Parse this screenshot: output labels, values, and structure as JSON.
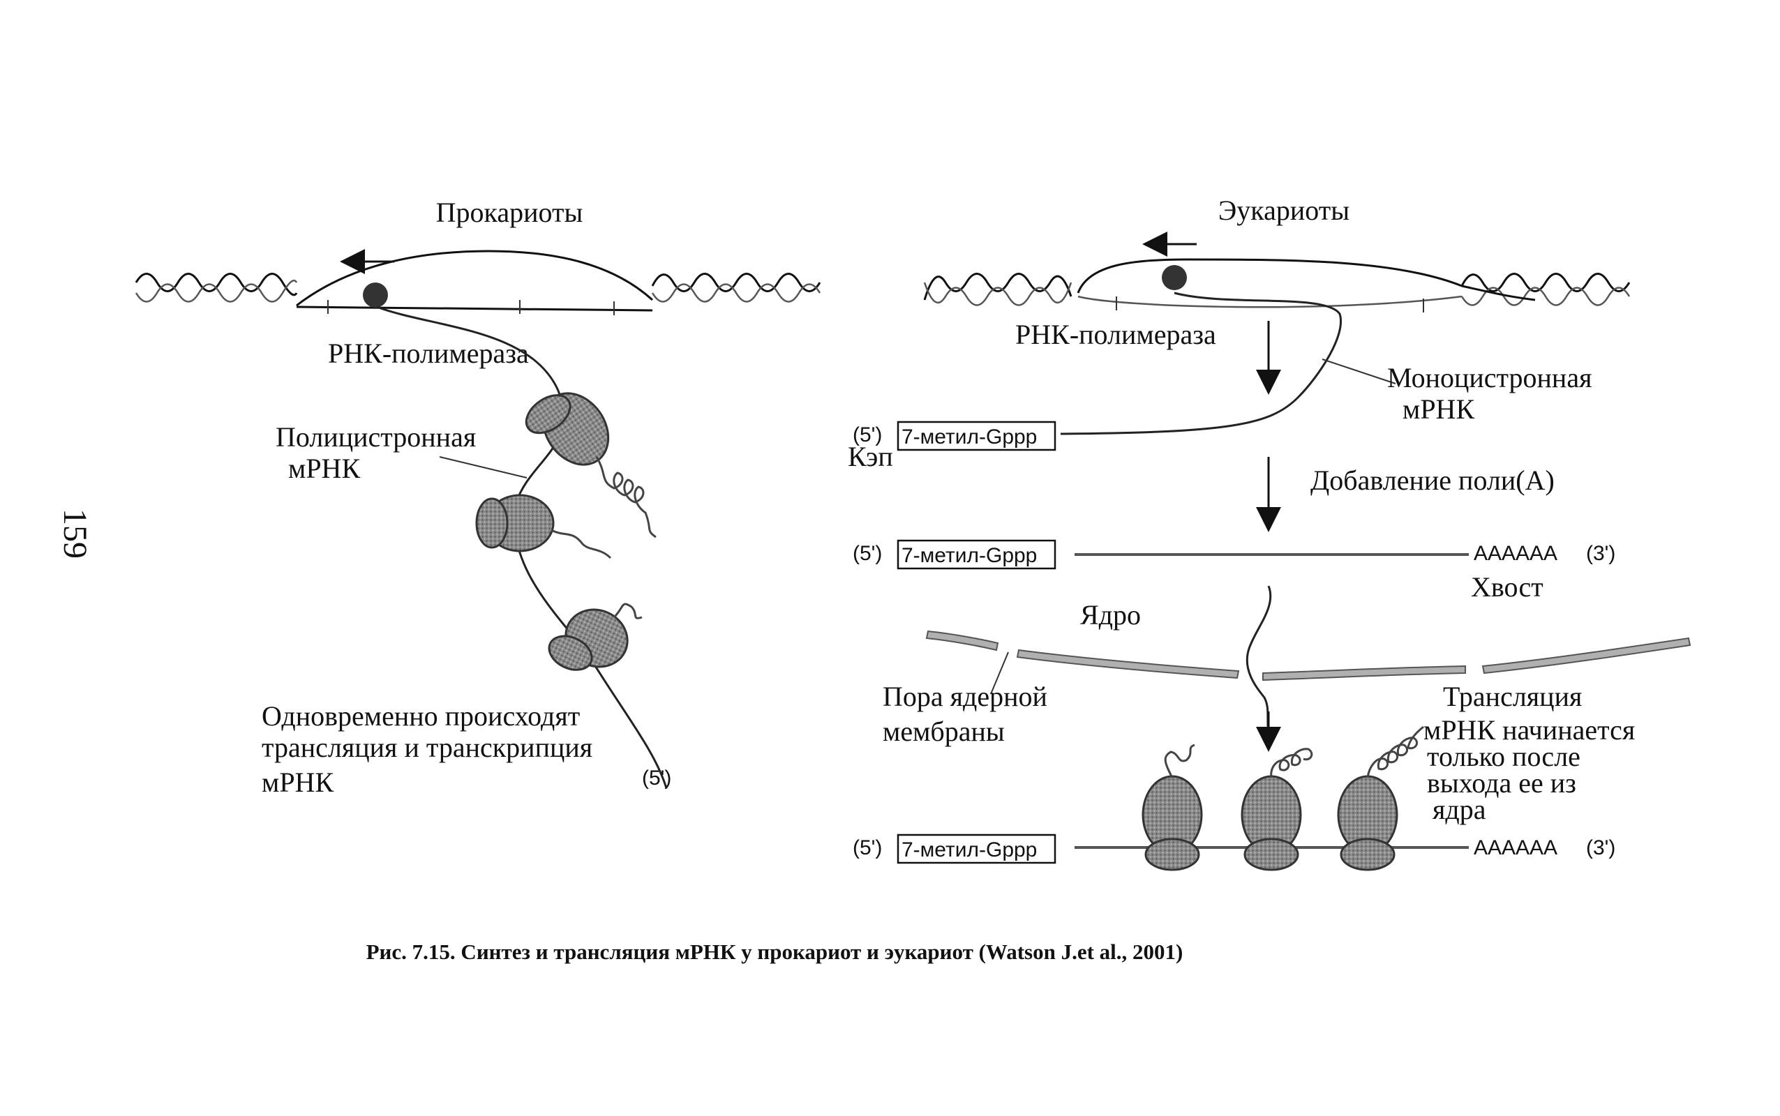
{
  "page_number": "159",
  "colors": {
    "ink": "#111111",
    "ribosome_fill": "#8a8a8a",
    "membrane_fill": "#b0b0b0"
  },
  "prokaryotes": {
    "title": "Прокариоты",
    "rna_polymerase": "РНК-полимераза",
    "polycistronic_line1": "Полицистронная",
    "polycistronic_line2": "мРНК",
    "simultaneous_line1": "Одновременно происходят",
    "simultaneous_line2": "трансляция и транскрипция",
    "simultaneous_line3": "мРНК",
    "five_prime": "(5')"
  },
  "eukaryotes": {
    "title": "Эукариоты",
    "rna_polymerase": "РНК-полимераза",
    "monocistronic_line1": "Моноцистронная",
    "monocistronic_line2": "мРНК",
    "five_prime": "(5')",
    "cap_box": "7-метил-Gppp",
    "cap_label": "Кэп",
    "polyA_addition": "Добавление поли(А)",
    "tail_seq": "AAAAAA",
    "three_prime": "(3')",
    "tail_label": "Хвост",
    "nucleus": "Ядро",
    "pore_line1": "Пора ядерной",
    "pore_line2": "мембраны",
    "translation_line1": "Трансляция",
    "translation_line2": "мРНК начинается",
    "translation_line3": "только после",
    "translation_line4": "выхода ее из",
    "translation_line5": "ядра"
  },
  "caption": "Рис. 7.15. Синтез и трансляция мРНК у прокариот и эукариот (Watson J.et al., 2001)"
}
